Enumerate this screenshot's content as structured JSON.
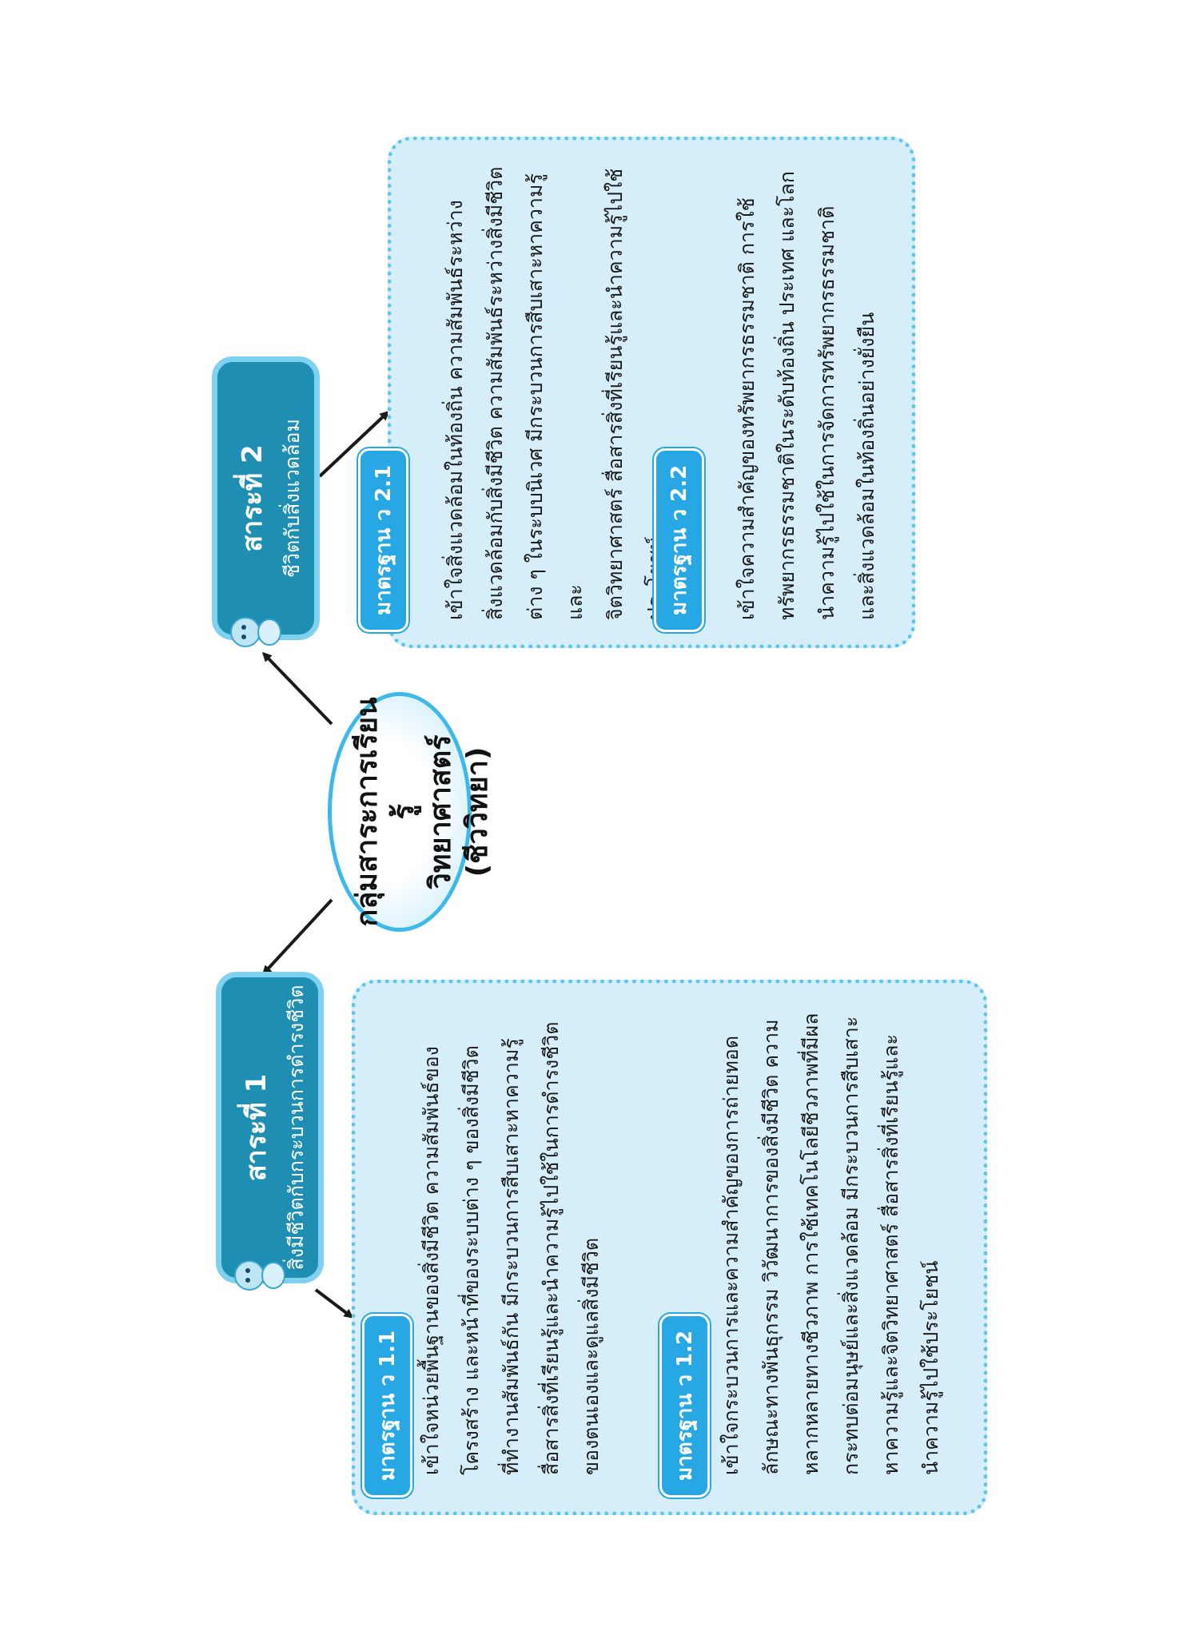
{
  "center": {
    "line1": "กลุ่มสาระการเรียนรู้",
    "line2": "วิทยาศาสตร์",
    "line3": "(ชีววิทยา)"
  },
  "strand1": {
    "title": "สาระที่ 1",
    "subtitle": "สิ่งมีชีวิตกับกระบวนการดำรงชีวิต",
    "standards": [
      {
        "badge": "มาตรฐาน ว 1.1",
        "lines": [
          "เข้าใจหน่วยพื้นฐานของสิ่งมีชีวิต ความสัมพันธ์ของ",
          "โครงสร้าง และหน้าที่ของระบบต่าง ๆ ของสิ่งมีชีวิต",
          "ที่ทำงานสัมพันธ์กัน มีกระบวนการสืบเสาะหาความรู้",
          "สื่อสารสิ่งที่เรียนรู้และนำความรู้ไปใช้ในการดำรงชีวิต",
          "ของตนเองและดูแลสิ่งมีชีวิต"
        ]
      },
      {
        "badge": "มาตรฐาน ว 1.2",
        "lines": [
          "เข้าใจกระบวนการและความสำคัญของการถ่ายทอด",
          "ลักษณะทางพันธุกรรม วิวัฒนาการของสิ่งมีชีวิต ความ",
          "หลากหลายทางชีวภาพ การใช้เทคโนโลยีชีวภาพที่มีผล",
          "กระทบต่อมนุษย์และสิ่งแวดล้อม มีกระบวนการสืบเสาะ",
          "หาความรู้และจิตวิทยาศาสตร์ สื่อสารสิ่งที่เรียนรู้และ",
          "นำความรู้ไปใช้ประโยชน์"
        ]
      }
    ]
  },
  "strand2": {
    "title": "สาระที่ 2",
    "subtitle": "ชีวิตกับสิ่งแวดล้อม",
    "standards": [
      {
        "badge": "มาตรฐาน ว 2.1",
        "lines": [
          "เข้าใจสิ่งแวดล้อมในท้องถิ่น ความสัมพันธ์ระหว่าง",
          "สิ่งแวดล้อมกับสิ่งมีชีวิต ความสัมพันธ์ระหว่างสิ่งมีชีวิต",
          "ต่าง ๆ ในระบบนิเวศ มีกระบวนการสืบเสาะหาความรู้และ",
          "จิตวิทยาศาสตร์ สื่อสารสิ่งที่เรียนรู้และนำความรู้ไปใช้",
          "ประโยชน์"
        ]
      },
      {
        "badge": "มาตรฐาน ว 2.2",
        "lines": [
          "เข้าใจความสำคัญของทรัพยากรธรรมชาติ การใช้",
          "ทรัพยากรธรรมชาติในระดับท้องถิ่น ประเทศ และโลก",
          "นำความรู้ไปใช้ในการจัดการทรัพยากรธรรมชาติ",
          "และสิ่งแวดล้อมในท้องถิ่นอย่างยั่งยืน"
        ]
      }
    ]
  },
  "colors": {
    "panel_bg": "#d6eefa",
    "panel_border": "#5cc6ee",
    "badge_bg": "#27a8e4",
    "strand_bg": "#1e8fb3",
    "strand_border": "#7fd2ef"
  },
  "icons": [
    "mascot-icon"
  ]
}
